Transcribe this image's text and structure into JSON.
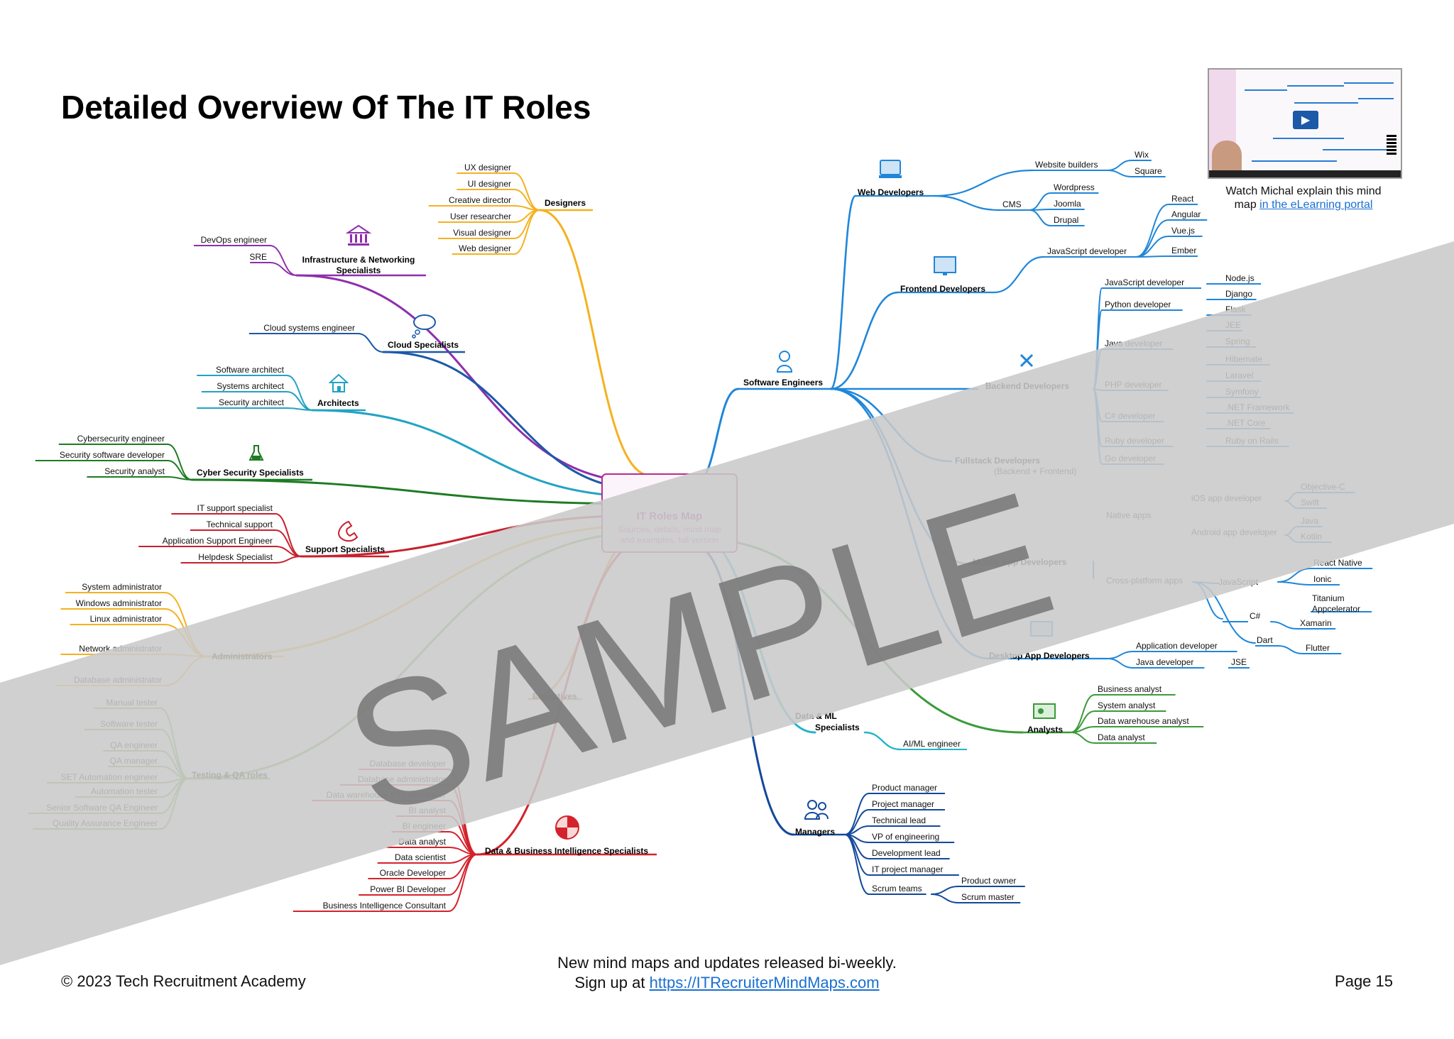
{
  "title": "Detailed Overview Of The IT Roles",
  "center": {
    "title": "IT Roles Map",
    "subtitle1": "Sources, details, mind map",
    "subtitle2": "and examples, full version"
  },
  "colors": {
    "designers": "#f5b120",
    "infra": "#8e2fae",
    "cloud": "#1c59a8",
    "architects": "#22a3c4",
    "cyber": "#1e7b23",
    "support": "#c8202e",
    "admin": "#f5b120",
    "software": "#1f86d9",
    "data": "#d4222c",
    "managers": "#12499b",
    "analysts": "#3a9a3a",
    "aiml": "#22b4c9"
  },
  "branches": [
    {
      "id": "designers",
      "label": "Designers",
      "icon": "none",
      "children": [
        "UX designer",
        "UI designer",
        "Creative director",
        "User researcher",
        "Visual designer",
        "Web designer"
      ]
    },
    {
      "id": "infra",
      "label": "Infrastructure & Networking",
      "label2": "Specialists",
      "icon": "bank-icon",
      "children": [
        "DevOps engineer",
        "SRE"
      ]
    },
    {
      "id": "cloud",
      "label": "Cloud Specialists",
      "icon": "cloud-icon",
      "children": [
        "Cloud systems engineer"
      ]
    },
    {
      "id": "architects",
      "label": "Architects",
      "icon": "house-icon",
      "children": [
        "Software architect",
        "Systems architect",
        "Security architect"
      ]
    },
    {
      "id": "cyber",
      "label": "Cyber Security Specialists",
      "icon": "flask-icon",
      "children": [
        "Cybersecurity engineer",
        "Security software developer",
        "Security analyst"
      ]
    },
    {
      "id": "support",
      "label": "Support Specialists",
      "icon": "phone-icon",
      "children": [
        "IT support specialist",
        "Technical support",
        "Application Support Engineer",
        "Helpdesk Specialist"
      ]
    },
    {
      "id": "admin",
      "label": "Administrators",
      "icon": "none",
      "children": [
        "System administrator",
        "Windows administrator",
        "Linux administrator",
        "Network administrator",
        "Database administrator"
      ]
    },
    {
      "id": "testing",
      "label": "Testing & QA roles",
      "icon": "none",
      "children": [
        "Manual tester",
        "Software tester",
        "QA engineer",
        "QA manager",
        "SET Automation engineer",
        "Automation tester",
        "Senior Software QA Engineer",
        "Quality Assurance Engineer"
      ]
    },
    {
      "id": "data",
      "label": "Data & Business Intelligence Specialists",
      "icon": "pie-icon",
      "children": [
        "Database developer",
        "Database administrator",
        "Data warehouse ETL developer",
        "BI analyst",
        "BI engineer",
        "Data analyst",
        "Data scientist",
        "Oracle Developer",
        "Power BI Developer",
        "Business Intelligence Consultant"
      ]
    },
    {
      "id": "executives",
      "label": "Executives",
      "icon": "none",
      "children": []
    }
  ],
  "right_branches": {
    "software_engineers": "Software Engineers",
    "web": {
      "label": "Web Developers",
      "website_builders": "Website builders",
      "wb_items": [
        "Wix",
        "Square"
      ],
      "cms": "CMS",
      "cms_items": [
        "Wordpress",
        "Joomla",
        "Drupal"
      ]
    },
    "frontend": {
      "label": "Frontend Developers",
      "js": "JavaScript developer",
      "js_items": [
        "React",
        "Angular",
        "Vue.js",
        "Ember"
      ]
    },
    "backend": {
      "label": "Backend Developers",
      "items": [
        "JavaScript developer",
        "Python developer",
        "Java developer",
        "PHP developer",
        "C# developer",
        "Ruby developer",
        "Go developer"
      ],
      "leaves": [
        "Node.js",
        "Django",
        "Flask",
        "JEE",
        "Spring",
        "Hibernate",
        "Laravel",
        "Symfony",
        ".NET Framework",
        ".NET Core",
        "Ruby on Rails"
      ]
    },
    "fullstack": {
      "label": "Fullstack Developers",
      "sub": "(Backend + Frontend)"
    },
    "mobile": {
      "label": "Mobile App Developers",
      "native": "Native apps",
      "cross": "Cross-platform apps",
      "ios": "iOS app developer",
      "android": "Android app developer",
      "ios_items": [
        "Objective-C",
        "Swift"
      ],
      "android_items": [
        "Java",
        "Kotlin"
      ],
      "js": "JavaScript",
      "csharp": "C#",
      "dart": "Dart",
      "cross_items": [
        "React Native",
        "Ionic",
        "Titanium",
        "Appcelerator",
        "Xamarin",
        "Flutter"
      ]
    },
    "desktop": {
      "label": "Desktop App Developers",
      "items": [
        "Application developer",
        "Java developer"
      ],
      "jse": "JSE"
    },
    "analysts": {
      "label": "Analysts",
      "items": [
        "Business analyst",
        "System analyst",
        "Data warehouse analyst",
        "Data analyst"
      ]
    },
    "aiml": {
      "label1": "Data & ML",
      "label2": "Specialists",
      "items": [
        "AI/ML engineer"
      ]
    },
    "managers": {
      "label": "Managers",
      "items": [
        "Product manager",
        "Project manager",
        "Technical lead",
        "VP of engineering",
        "Development lead",
        "IT project manager",
        "Scrum teams"
      ],
      "scrum_items": [
        "Product owner",
        "Scrum master"
      ]
    }
  },
  "video": {
    "caption_line1": "Watch Michal explain this mind",
    "caption_prefix": "map ",
    "caption_link": "in the eLearning portal"
  },
  "footer": {
    "copyright": "© 2023 Tech Recruitment Academy",
    "line1": "New mind maps and updates released bi-weekly.",
    "line2_prefix": "Sign up at ",
    "link": "https://ITRecruiterMindMaps.com",
    "page": "Page 15"
  },
  "watermark": "SAMPLE"
}
